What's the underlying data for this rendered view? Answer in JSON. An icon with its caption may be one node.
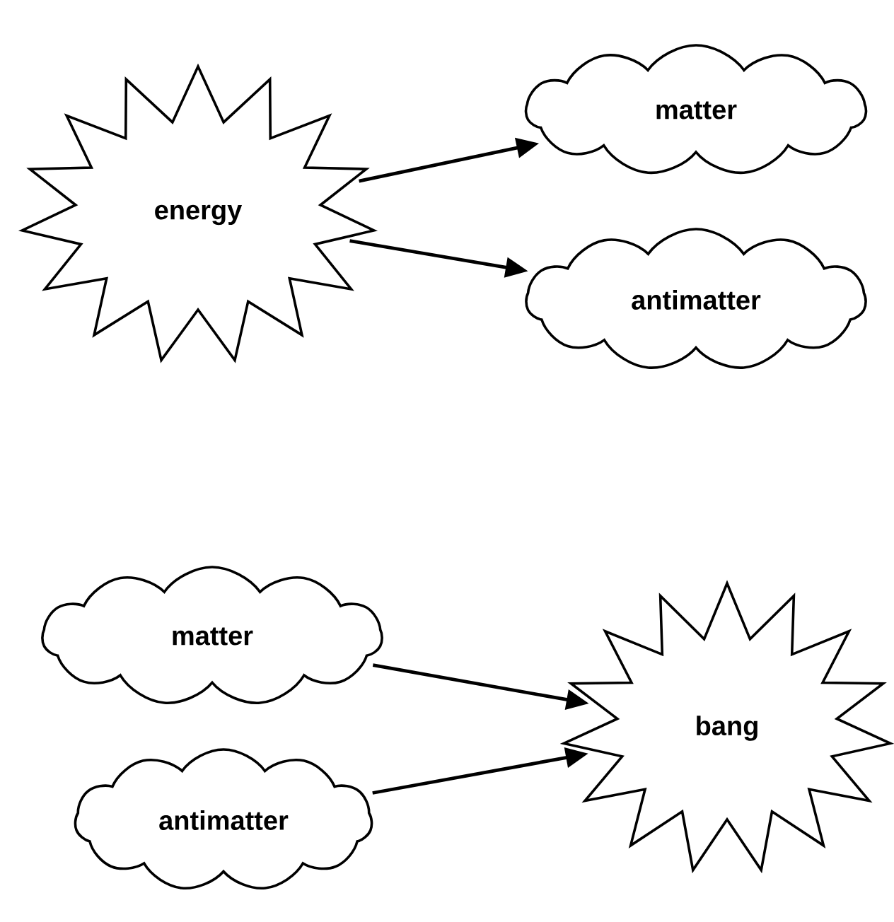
{
  "diagram": {
    "nodes": [
      {
        "text": [
          "energy"
        ]
      },
      {
        "text": [
          "matter"
        ]
      },
      {
        "text": [
          "antimatter"
        ]
      },
      {
        "text": [
          "matter"
        ]
      },
      {
        "text": [
          "antimatter"
        ]
      },
      {
        "text": [
          "bang"
        ]
      }
    ],
    "edges": [
      {
        "from": 0,
        "to": 1,
        "arrow": "to"
      },
      {
        "from": 0,
        "to": 2,
        "arrow": "to"
      },
      {
        "from": 3,
        "to": 5,
        "arrow": "to"
      },
      {
        "from": 4,
        "to": 5,
        "arrow": "to"
      }
    ]
  }
}
